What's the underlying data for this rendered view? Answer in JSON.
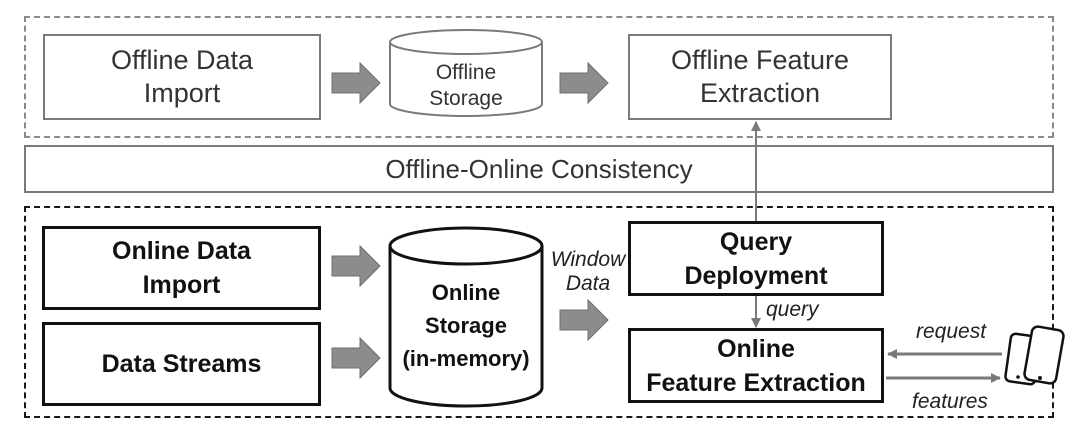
{
  "offline": {
    "data_import": "Offline Data\nImport",
    "storage": "Offline\nStorage",
    "feature_extraction": "Offline Feature\nExtraction"
  },
  "consistency": "Offline-Online Consistency",
  "online": {
    "data_import": "Online Data\nImport",
    "data_streams": "Data Streams",
    "storage": "Online\nStorage\n(in-memory)",
    "query_deployment": "Query\nDeployment",
    "feature_extraction": "Online\nFeature Extraction"
  },
  "labels": {
    "window_data": "Window\nData",
    "query": "query",
    "request": "request",
    "features": "features"
  },
  "icons": [
    "mobile-phones-icon"
  ],
  "colors": {
    "arrow_fill": "#8c8c8c",
    "thin_border": "#7a7a7a",
    "thick_border": "#111111"
  }
}
